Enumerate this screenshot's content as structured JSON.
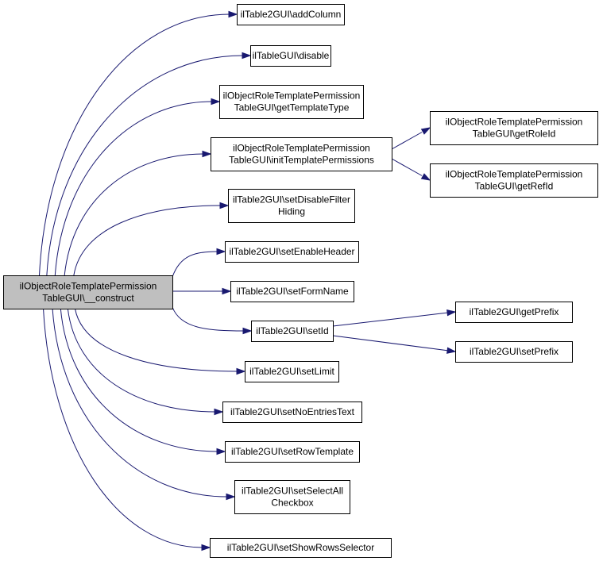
{
  "colors": {
    "edge": "#191970",
    "root_fill": "#bfbfbf",
    "node_fill": "#ffffff",
    "node_border": "#000000"
  },
  "nodes": [
    {
      "id": "root",
      "lines": [
        "ilObjectRoleTemplatePermission",
        "TableGUI\\__construct"
      ],
      "root": true
    },
    {
      "id": "addColumn",
      "lines": [
        "ilTable2GUI\\addColumn"
      ]
    },
    {
      "id": "disable",
      "lines": [
        "ilTableGUI\\disable"
      ]
    },
    {
      "id": "getTemplateType",
      "lines": [
        "ilObjectRoleTemplatePermission",
        "TableGUI\\getTemplateType"
      ]
    },
    {
      "id": "initTemplatePermissions",
      "lines": [
        "ilObjectRoleTemplatePermission",
        "TableGUI\\initTemplatePermissions"
      ]
    },
    {
      "id": "getRoleId",
      "lines": [
        "ilObjectRoleTemplatePermission",
        "TableGUI\\getRoleId"
      ]
    },
    {
      "id": "getRefId",
      "lines": [
        "ilObjectRoleTemplatePermission",
        "TableGUI\\getRefId"
      ]
    },
    {
      "id": "setDisableFilterHiding",
      "lines": [
        "ilTable2GUI\\setDisableFilter",
        "Hiding"
      ]
    },
    {
      "id": "setEnableHeader",
      "lines": [
        "ilTable2GUI\\setEnableHeader"
      ]
    },
    {
      "id": "setFormName",
      "lines": [
        "ilTable2GUI\\setFormName"
      ]
    },
    {
      "id": "setId",
      "lines": [
        "ilTable2GUI\\setId"
      ]
    },
    {
      "id": "getPrefix",
      "lines": [
        "ilTable2GUI\\getPrefix"
      ]
    },
    {
      "id": "setPrefix",
      "lines": [
        "ilTable2GUI\\setPrefix"
      ]
    },
    {
      "id": "setLimit",
      "lines": [
        "ilTable2GUI\\setLimit"
      ]
    },
    {
      "id": "setNoEntriesText",
      "lines": [
        "ilTable2GUI\\setNoEntriesText"
      ]
    },
    {
      "id": "setRowTemplate",
      "lines": [
        "ilTable2GUI\\setRowTemplate"
      ]
    },
    {
      "id": "setSelectAllCheckbox",
      "lines": [
        "ilTable2GUI\\setSelectAll",
        "Checkbox"
      ]
    },
    {
      "id": "setShowRowsSelector",
      "lines": [
        "ilTable2GUI\\setShowRowsSelector"
      ]
    }
  ],
  "edges": [
    {
      "from": "root",
      "to": "addColumn"
    },
    {
      "from": "root",
      "to": "disable"
    },
    {
      "from": "root",
      "to": "getTemplateType"
    },
    {
      "from": "root",
      "to": "initTemplatePermissions"
    },
    {
      "from": "root",
      "to": "setDisableFilterHiding"
    },
    {
      "from": "root",
      "to": "setEnableHeader"
    },
    {
      "from": "root",
      "to": "setFormName"
    },
    {
      "from": "root",
      "to": "setId"
    },
    {
      "from": "root",
      "to": "setLimit"
    },
    {
      "from": "root",
      "to": "setNoEntriesText"
    },
    {
      "from": "root",
      "to": "setRowTemplate"
    },
    {
      "from": "root",
      "to": "setSelectAllCheckbox"
    },
    {
      "from": "root",
      "to": "setShowRowsSelector"
    },
    {
      "from": "initTemplatePermissions",
      "to": "getRoleId"
    },
    {
      "from": "initTemplatePermissions",
      "to": "getRefId"
    },
    {
      "from": "setId",
      "to": "getPrefix"
    },
    {
      "from": "setId",
      "to": "setPrefix"
    }
  ]
}
